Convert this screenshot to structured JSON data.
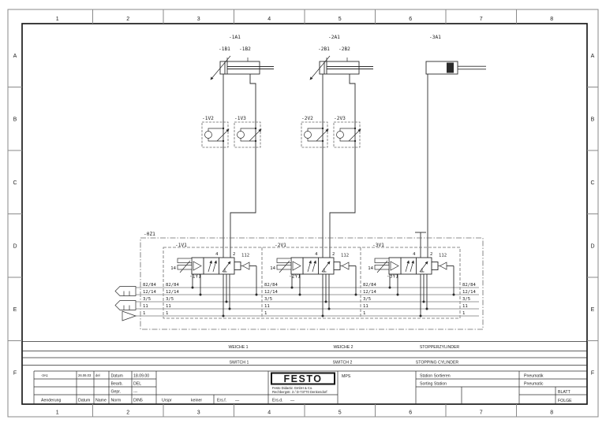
{
  "frame": {
    "columns": [
      "1",
      "2",
      "3",
      "4",
      "5",
      "6",
      "7",
      "8"
    ],
    "rows": [
      "A",
      "B",
      "C",
      "D",
      "E",
      "F"
    ]
  },
  "circuits": [
    {
      "cylinder": "-1A1",
      "sensor1": "-1B1",
      "sensor2": "-1B2",
      "flow1": "-1V2",
      "flow2": "-1V3",
      "valve": "-1V1",
      "coil": "-1Y1"
    },
    {
      "cylinder": "-2A1",
      "sensor1": "-2B1",
      "sensor2": "-2B2",
      "flow1": "-2V2",
      "flow2": "-2V3",
      "valve": "-2V1",
      "coil": "-2Y1"
    },
    {
      "cylinder": "-3A1",
      "valve": "-3V1",
      "coil": "-3Y1"
    }
  ],
  "manifold": {
    "label": "-0Z1",
    "bus": [
      "82/84",
      "12/14",
      "3/5",
      "11",
      "1"
    ],
    "ports": {
      "p4": "4",
      "p2": "2",
      "p14": "14",
      "p112": "112"
    }
  },
  "captions": {
    "weiche1": "WEICHE 1",
    "weiche2": "WEICHE 2",
    "stopper": "STOPPERZYLINDER",
    "switch1": "SWITCH 1",
    "switch2": "SWITCH 2",
    "stopping": "STOPPING CYLINDER"
  },
  "title_block": {
    "rev_entry": {
      "change": "-3A1",
      "date": "26.06.03",
      "name": "del"
    },
    "rev_headers": {
      "change": "Aenderung",
      "date": "Datum",
      "name": "Name"
    },
    "datum_label": "Datum",
    "datum": "18.09.00",
    "bearb_label": "Bearb.",
    "bearb": "DEL",
    "gepr_label": "Gepr.",
    "gepr": "---",
    "norm_label": "Norm",
    "norm": "DIN5",
    "urspr_label": "Urspr",
    "urspr": "keiner",
    "ersf_label": "Ers.f.",
    "ersf": "—",
    "ersd_label": "Ers.d.",
    "ersd": "—",
    "logo": "FESTO",
    "logo_line1": "Festo Didactic GmbH & Co.",
    "logo_line2": "Rechbergstr. 3 / D-73770 Denkendorf",
    "mps": "MPS",
    "station_de": "Station Sortieren",
    "station_en": "Sorting Station",
    "medium_de": "Pneumatik",
    "medium_en": "Pneumatic",
    "blatt": "BLATT",
    "folge": "FOLGE"
  }
}
